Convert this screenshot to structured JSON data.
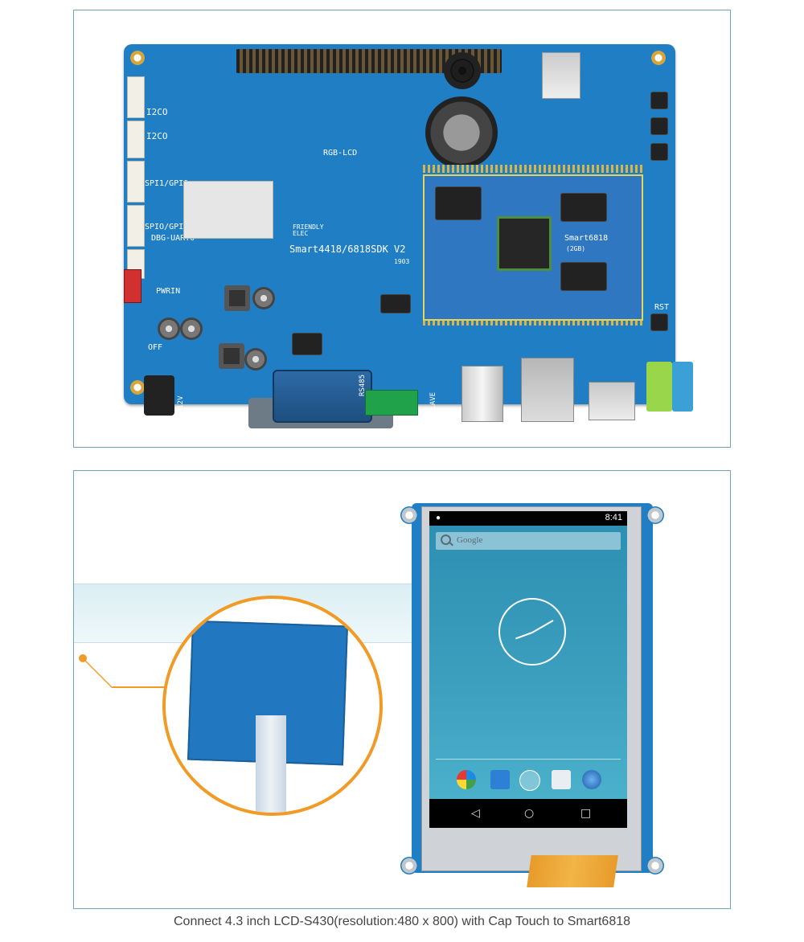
{
  "board": {
    "title_silk": "Smart4418/6818SDK V2",
    "brand_silk": "FRIENDLY\nELEC",
    "core_silk": "Smart6818",
    "core_mem_silk": "(2GB)",
    "silk_labels": {
      "i2c0": "I2CO",
      "i2c0_b": "I2CO",
      "spi_gpio": "SPI1/GPIO",
      "spio_gpio": "SPIO/GPIO",
      "debug_uart": "DBG-UART0",
      "rgb_lcd": "RGB-LCD",
      "pwrin": "PWRIN",
      "off": "OFF",
      "rst": "RST",
      "slave": "SLAVE",
      "rs485": "RS485",
      "dc": "DC-12V",
      "version_small": "1903"
    }
  },
  "screen": {
    "status_time": "8:41",
    "search_placeholder": "Google",
    "nav_back": "◁",
    "nav_home": "○",
    "nav_recent": "□"
  },
  "caption": "Connect 4.3 inch LCD-S430(resolution:480 x 800) with Cap Touch to Smart6818",
  "colors": {
    "pcb_blue": "#1f7ec4",
    "accent_orange": "#f29a26",
    "frame_border": "#6fa5b8"
  }
}
